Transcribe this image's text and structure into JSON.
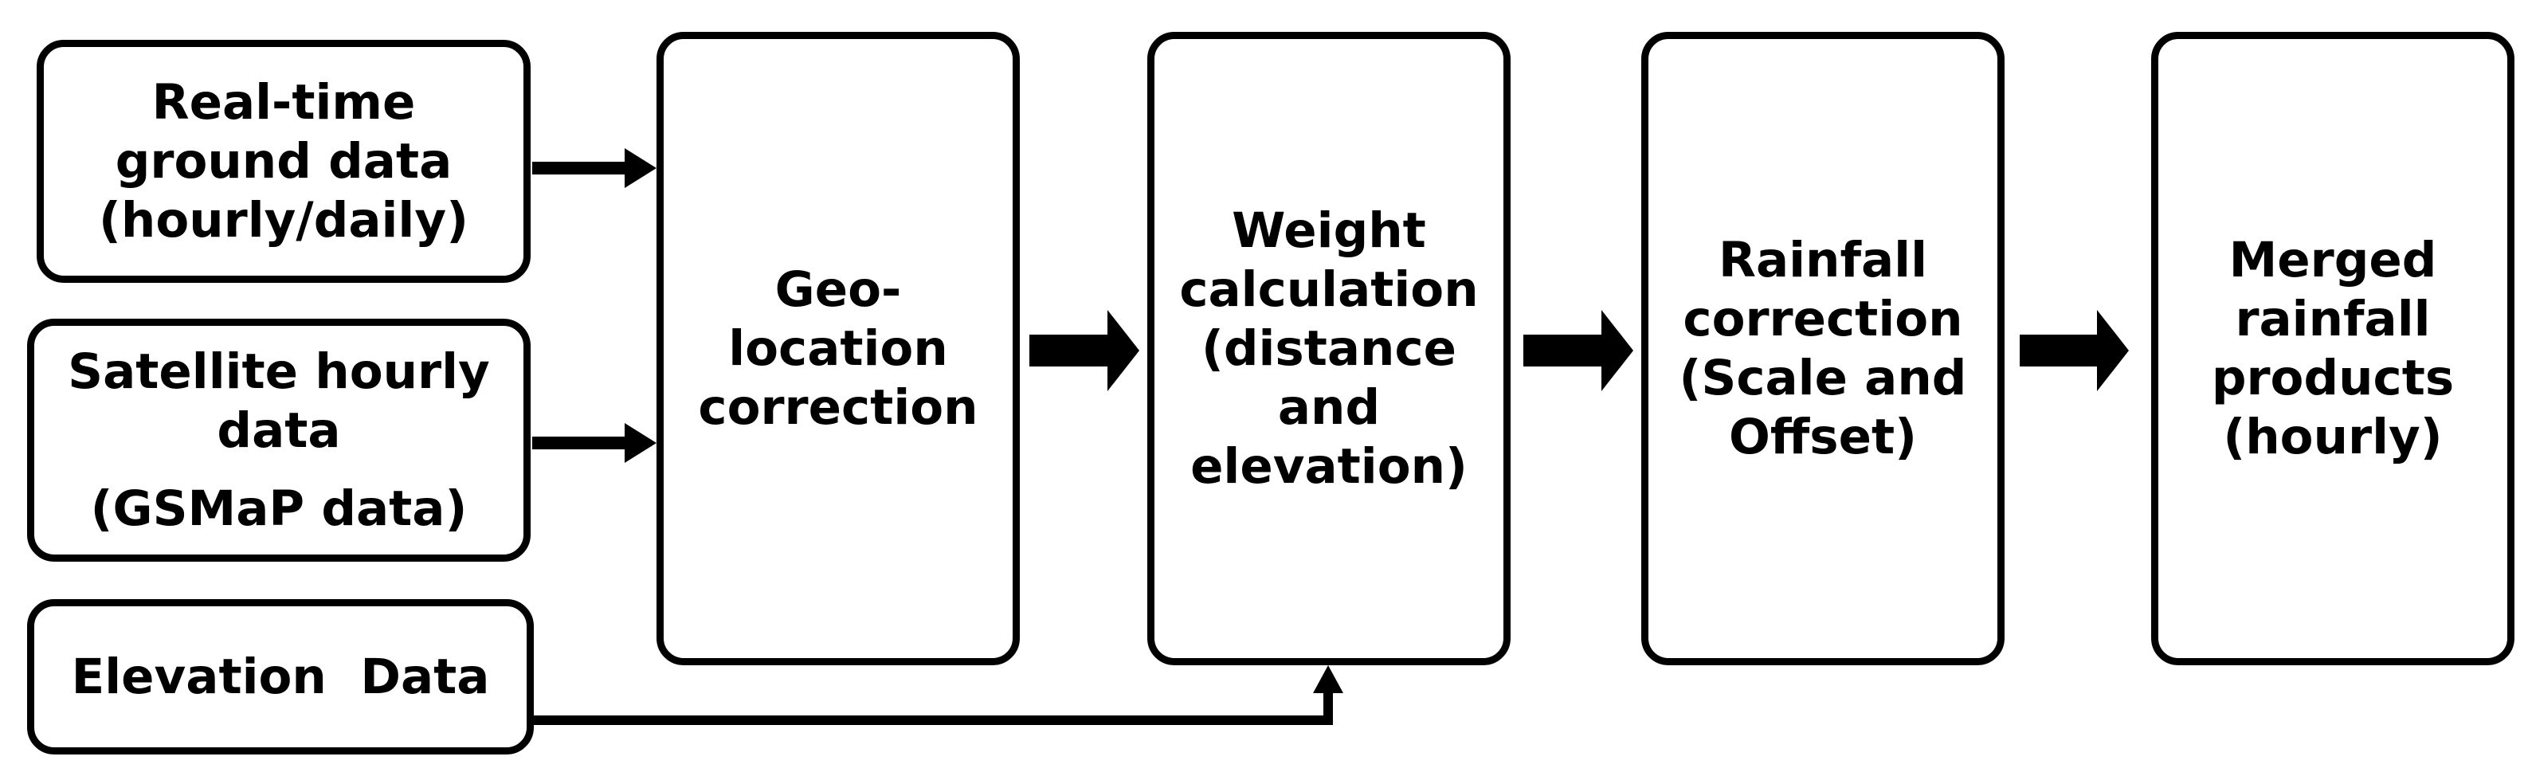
{
  "boxes": {
    "realtime_ground": {
      "lines": [
        "Real-time",
        "ground data",
        "(hourly/daily)"
      ]
    },
    "satellite": {
      "lines": [
        "Satellite hourly",
        "data",
        "(GSMaP data)"
      ]
    },
    "elevation_data": {
      "lines": [
        "Elevation  Data"
      ]
    },
    "geo_location": {
      "lines": [
        "Geo-",
        "location",
        "correction"
      ]
    },
    "weight_calc": {
      "lines": [
        "Weight",
        "calculation",
        "(distance",
        "and",
        "elevation)"
      ]
    },
    "rainfall_correction": {
      "lines": [
        "Rainfall",
        "correction",
        "(Scale and",
        "Offset)"
      ]
    },
    "merged": {
      "lines": [
        "Merged",
        "rainfall",
        "products",
        "(hourly)"
      ]
    }
  },
  "colors": {
    "stroke": "#000000",
    "fill": "#ffffff"
  }
}
